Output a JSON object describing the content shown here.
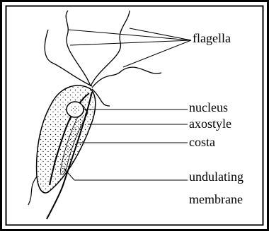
{
  "labels": {
    "flagella": "flagella",
    "nucleus": "nucleus",
    "axostyle": "axostyle",
    "costa": "costa",
    "undulating": "undulating",
    "membrane": "membrane"
  },
  "colors": {
    "ink": "#000000",
    "background": "#ffffff"
  }
}
